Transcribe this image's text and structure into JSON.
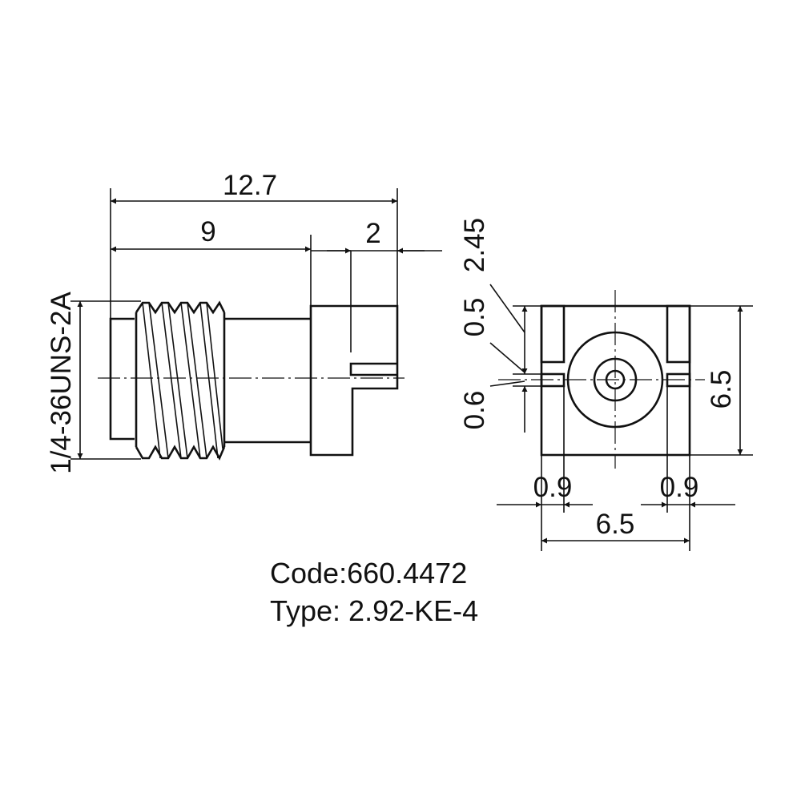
{
  "side_view": {
    "dim_overall": "12.7",
    "dim_body": "9",
    "dim_flange": "2",
    "thread_spec": "1/4-36UNS-2A"
  },
  "front_view": {
    "dim_245": "2.45",
    "dim_05": "0.5",
    "dim_06": "0.6",
    "dim_height": "6.5",
    "dim_left_09": "0.9",
    "dim_right_09": "0.9",
    "dim_width": "6.5"
  },
  "caption": {
    "code": "Code:660.4472",
    "type": "Type: 2.92-KE-4"
  }
}
